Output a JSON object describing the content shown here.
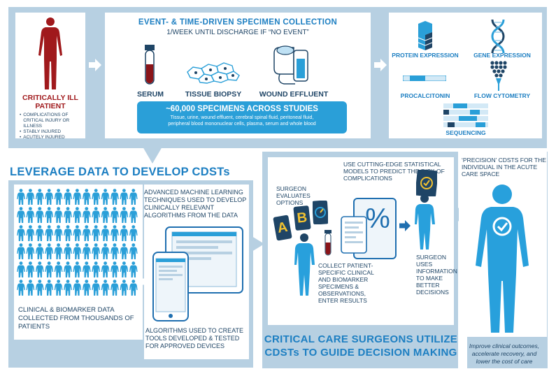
{
  "colors": {
    "panel": "#b7d0e2",
    "dark_red": "#a0191c",
    "accent_blue": "#1d7fc2",
    "body_blue": "#28a0dc",
    "text_dark": "#1f4566"
  },
  "patient": {
    "title_line1": "CRITICALLY ILL",
    "title_line2": "PATIENT",
    "bullets": [
      "COMPLICATIONS OF CRITICAL INJURY OR ILLNESS",
      "STABLY INJURED",
      "ACUTELY INJURED"
    ]
  },
  "collection": {
    "title": "EVENT- & TIME-DRIVEN SPECIMEN COLLECTION",
    "subtitle": "1/WEEK UNTIL DISCHARGE IF “NO EVENT”",
    "items": [
      "SERUM",
      "TISSUE BIOPSY",
      "WOUND EFFLUENT"
    ],
    "specimens_title": "~60,000 SPECIMENS ACROSS STUDIES",
    "specimens_line1": "Tissue, urine, wound effluent, cerebral spinal fluid, peritoneal fluid,",
    "specimens_line2": "peripheral blood mononuclear cells, plasma, serum and whole blood"
  },
  "analysis": {
    "protein": "PROTEIN EXPRESSION",
    "gene": "GENE EXPRESSION",
    "procalcitonin": "PROCALCITONIN",
    "flow": "FLOW CYTOMETRY",
    "sequencing": "SEQUENCING"
  },
  "leverage": {
    "title": "LEVERAGE DATA TO DEVELOP CDSTs",
    "ml_text": "ADVANCED MACHINE LEARNING TECHNIQUES USED TO DEVELOP CLINICALLY RELEVANT ALGORITHMS FROM THE DATA",
    "data_text": "CLINICAL & BIOMARKER DATA COLLECTED FROM THOUSANDS OF PATIENTS",
    "algo_text": "ALGORITHMS USED TO CREATE TOOLS DEVELOPED & TESTED FOR APPROVED DEVICES"
  },
  "critical": {
    "evaluates": "SURGEON EVALUATES OPTIONS",
    "models": "USE CUTTING-EDGE STATISTICAL MODELS TO PREDICT THE RISK OF COMPLICATIONS",
    "collect": "COLLECT PATIENT-SPECIFIC CLINICAL AND BIOMARKER SPECIMENS & OBSERVATIONS, ENTER RESULTS",
    "uses_info": "SURGEON USES INFORMATION TO MAKE BETTER DECISIONS",
    "option_a": "A",
    "option_b": "B",
    "percent": "%",
    "title_line1": "CRITICAL CARE SURGEONS UTILIZE",
    "title_line2": "CDSTs TO GUIDE DECISION MAKING"
  },
  "precision": {
    "text": "‘PRECISION’ CDSTS FOR THE INDIVIDUAL IN THE ACUTE CARE SPACE",
    "outcome_line1": "Improve clinical outcomes,",
    "outcome_line2": "accelerate recovery, and",
    "outcome_line3": "lower the cost of care"
  }
}
